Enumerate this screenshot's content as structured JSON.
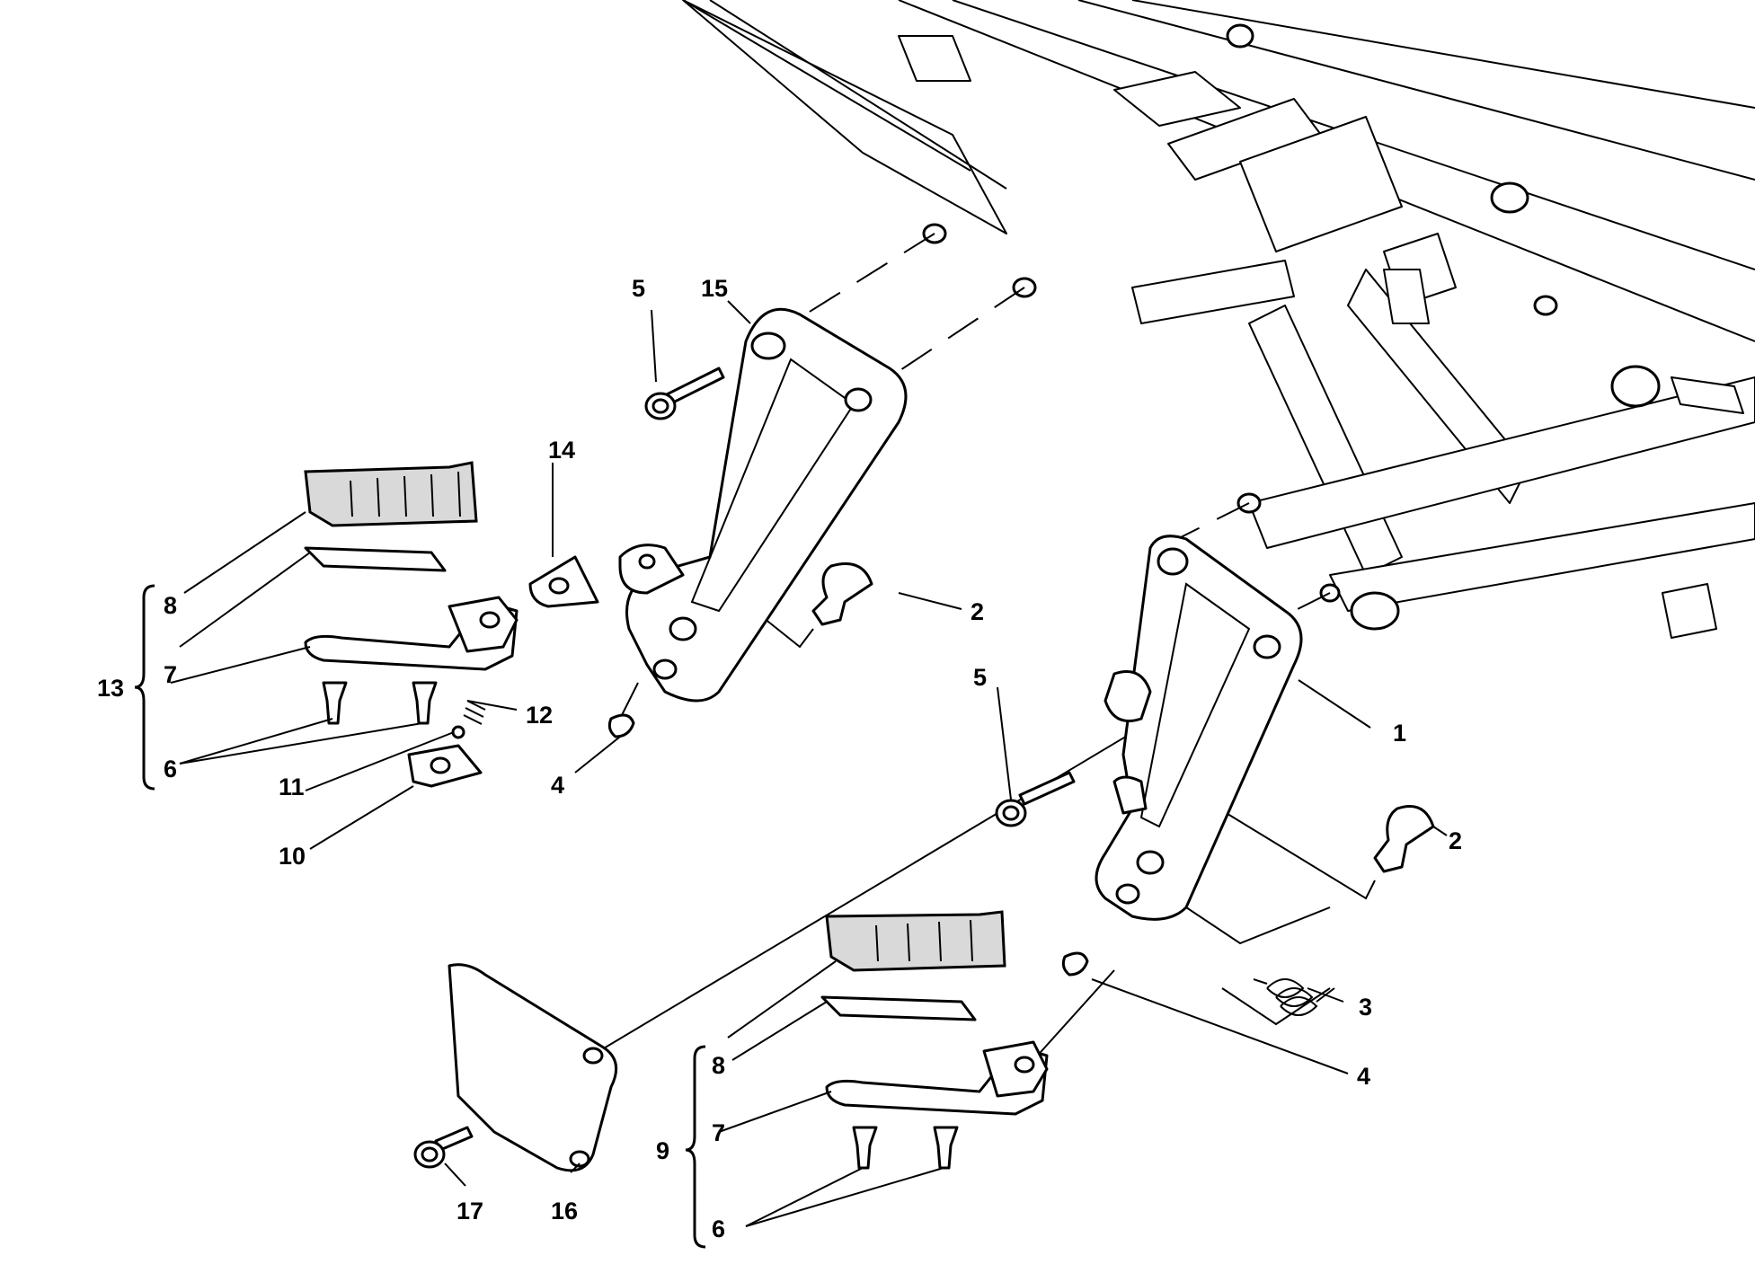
{
  "diagram": {
    "type": "exploded parts diagram",
    "subject": "footpeg assemblies mounted to frame",
    "callouts": [
      {
        "id": "c1",
        "text": "1"
      },
      {
        "id": "c2a",
        "text": "2"
      },
      {
        "id": "c2b",
        "text": "2"
      },
      {
        "id": "c3",
        "text": "3"
      },
      {
        "id": "c4a",
        "text": "4"
      },
      {
        "id": "c4b",
        "text": "4"
      },
      {
        "id": "c5a",
        "text": "5"
      },
      {
        "id": "c5b",
        "text": "5"
      },
      {
        "id": "c6a",
        "text": "6"
      },
      {
        "id": "c6b",
        "text": "6"
      },
      {
        "id": "c7a",
        "text": "7"
      },
      {
        "id": "c7b",
        "text": "7"
      },
      {
        "id": "c8a",
        "text": "8"
      },
      {
        "id": "c8b",
        "text": "8"
      },
      {
        "id": "c9",
        "text": "9"
      },
      {
        "id": "c10",
        "text": "10"
      },
      {
        "id": "c11",
        "text": "11"
      },
      {
        "id": "c12",
        "text": "12"
      },
      {
        "id": "c13",
        "text": "13"
      },
      {
        "id": "c14",
        "text": "14"
      },
      {
        "id": "c15",
        "text": "15"
      },
      {
        "id": "c16",
        "text": "16"
      },
      {
        "id": "c17",
        "text": "17"
      }
    ]
  }
}
